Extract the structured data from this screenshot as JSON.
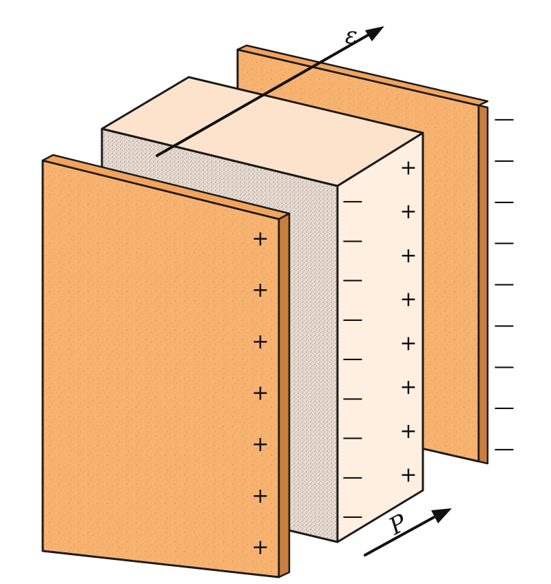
{
  "labels": {
    "field_vector": "ε",
    "polarization_vector": "P"
  },
  "signs": {
    "positive": "+",
    "negative": "—"
  },
  "colors": {
    "plate": "#F7B26F",
    "plate_edge": "#C97E3E",
    "plate_speckle": "#B97A45",
    "dielectric_front": "#FFEFE0",
    "dielectric_top": "#FDE3CB",
    "dielectric_side": "#C9BCB2",
    "outline": "#1A1A1A"
  },
  "charges": {
    "front_plate_positive": 7,
    "back_plate_negative": 9,
    "dielectric_positive": 8,
    "dielectric_negative": 9
  }
}
